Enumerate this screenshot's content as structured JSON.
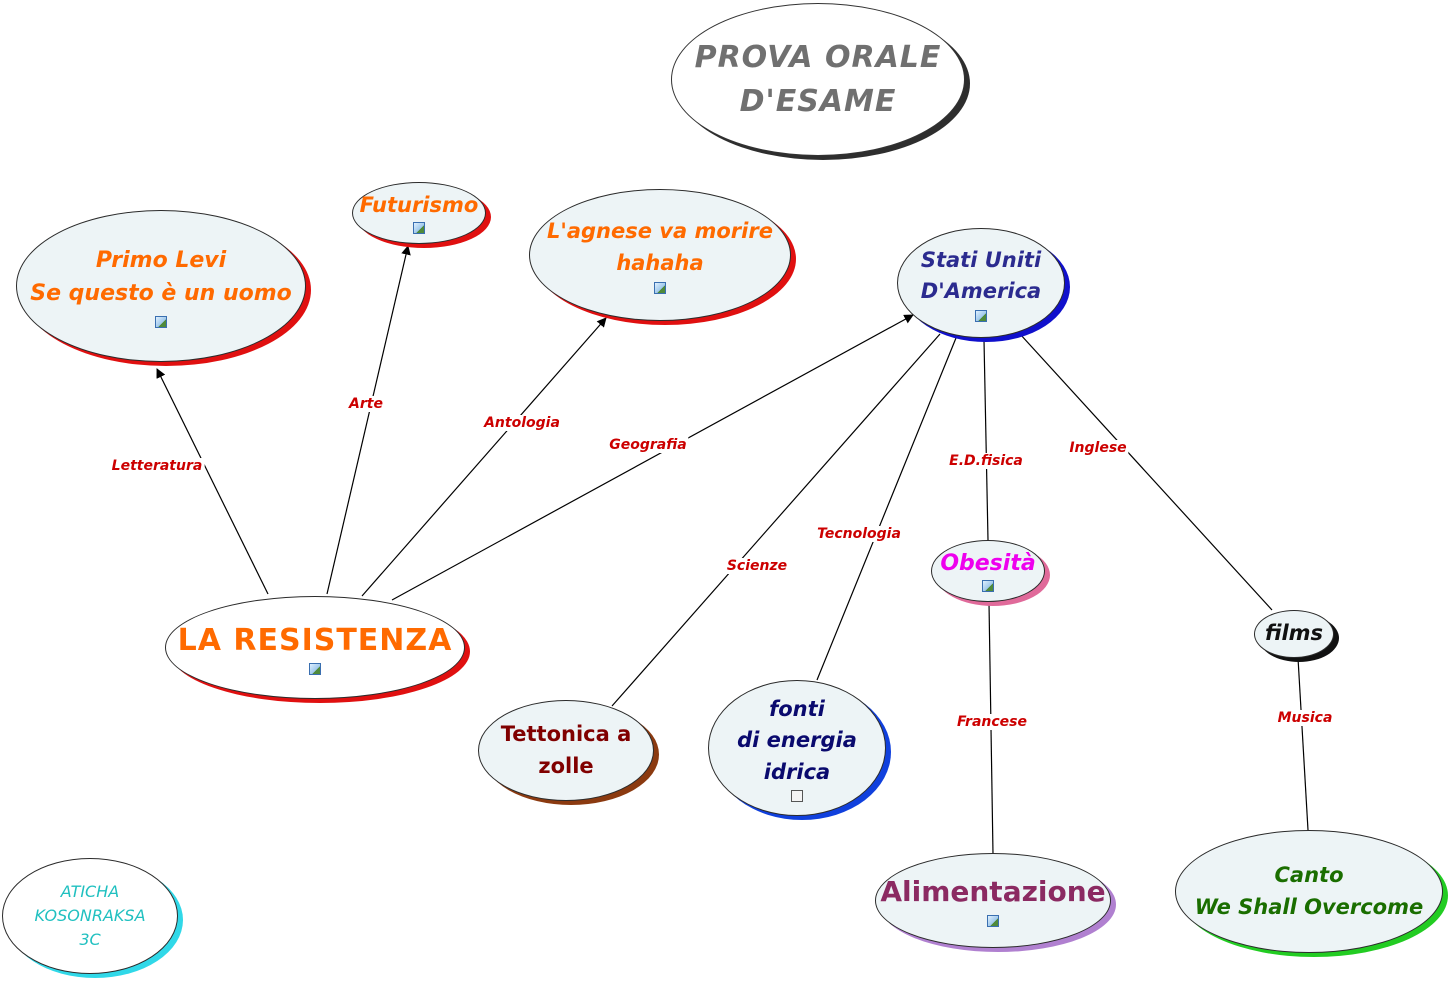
{
  "title": "PROVA ORALE\nD'ESAME",
  "nodes": {
    "resistenza": "LA RESISTENZA",
    "primo_levi": "Primo Levi\nSe questo è un uomo",
    "futurismo": "Futurismo",
    "agnese": "L'agnese va morire\nhahaha",
    "stati_uniti": "Stati Uniti\nD'America",
    "tettonica": "Tettonica a\nzolle",
    "fonti": "fonti\ndi energia\nidrica",
    "obesita": "Obesità",
    "alimentazione": "Alimentazione",
    "films": "films",
    "canto": "Canto\nWe Shall Overcome",
    "author": "ATICHA\nKOSONRAKSA\n3C"
  },
  "links": {
    "letteratura": "Letteratura",
    "arte": "Arte",
    "antologia": "Antologia",
    "geografia": "Geografia",
    "scienze": "Scienze",
    "tecnologia": "Tecnologia",
    "edfisica": "E.D.fisica",
    "inglese": "Inglese",
    "francese": "Francese",
    "musica": "Musica"
  },
  "colors": {
    "orange_text": "#ff6a00",
    "red_shadow": "#e01010",
    "blue_text": "#2b2b8f",
    "blue_shadow": "#1010cc",
    "maroon_text": "#800000",
    "brown_shadow": "#8b3a10",
    "navy_text": "#0a0a6e",
    "magenta_text": "#ee00ee",
    "pink_shadow": "#e06a9a",
    "plum_text": "#8b2a62",
    "violet_shadow": "#b080d0",
    "green_text": "#1a6e00",
    "green_shadow": "#22cc22",
    "cyan_text": "#20c0c0",
    "cyan_shadow": "#30d8e8",
    "grey_text": "#707070",
    "link_label": "#cc0000",
    "node_fill": "#edf4f6"
  },
  "icons": [
    "image-icon",
    "concept-map-icon"
  ]
}
